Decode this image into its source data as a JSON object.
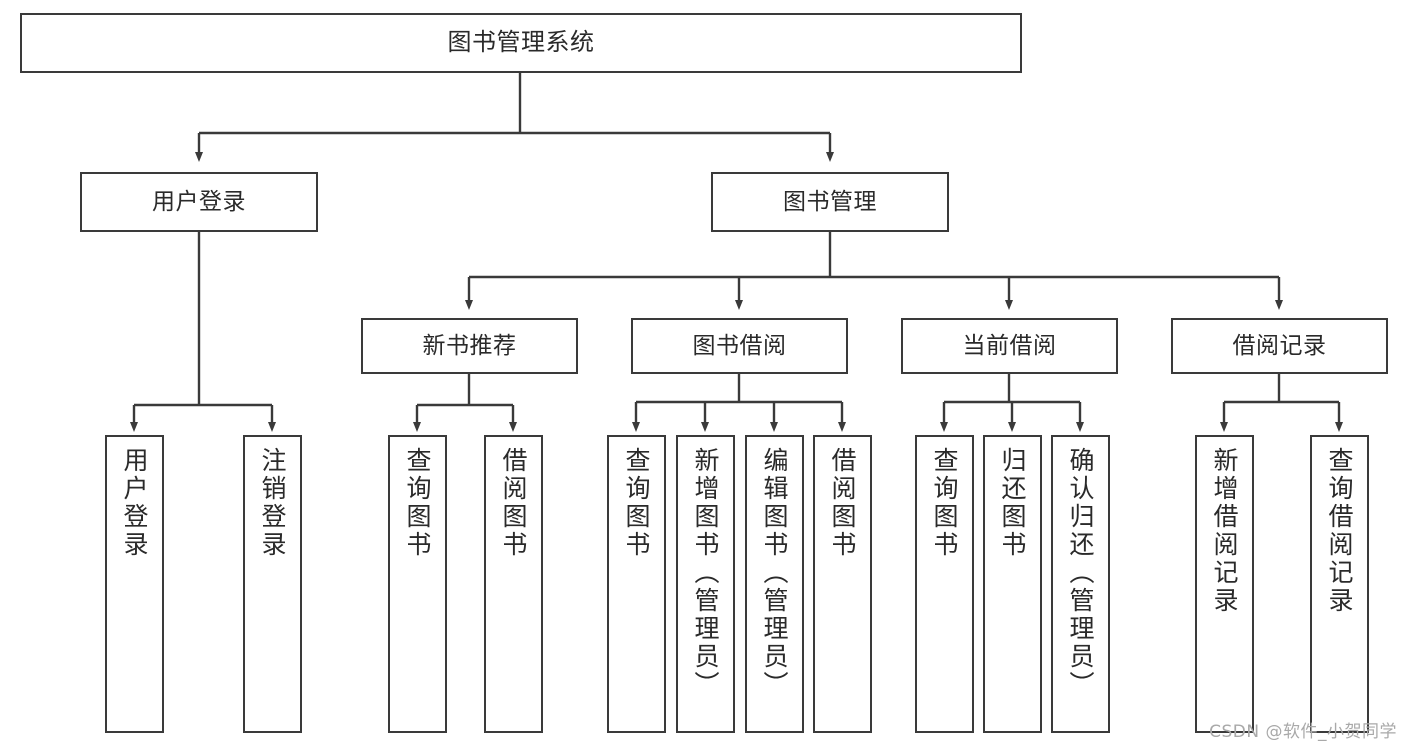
{
  "diagram": {
    "title": "图书管理系统",
    "type": "tree-hierarchy",
    "stroke_color": "#3a3a3a",
    "text_color": "#2a2a2a",
    "background": "#ffffff"
  },
  "nodes": {
    "root": {
      "label": "图书管理系统"
    },
    "level1": [
      {
        "id": "user-login",
        "label": "用户登录"
      },
      {
        "id": "book-manage",
        "label": "图书管理"
      }
    ],
    "level2": [
      {
        "id": "new-book-recommend",
        "label": "新书推荐"
      },
      {
        "id": "book-borrow",
        "label": "图书借阅"
      },
      {
        "id": "current-borrow",
        "label": "当前借阅"
      },
      {
        "id": "borrow-record",
        "label": "借阅记录"
      }
    ],
    "leaves": {
      "user-login": [
        {
          "id": "leaf-user-login",
          "label": "用户登录"
        },
        {
          "id": "leaf-user-logout",
          "label": "注销登录"
        }
      ],
      "new-book-recommend": [
        {
          "id": "leaf-query-book-1",
          "label": "查询图书"
        },
        {
          "id": "leaf-borrow-book-1",
          "label": "借阅图书"
        }
      ],
      "book-borrow": [
        {
          "id": "leaf-query-book-2",
          "label": "查询图书"
        },
        {
          "id": "leaf-add-book",
          "label": "新增图书（管理员）"
        },
        {
          "id": "leaf-edit-book",
          "label": "编辑图书（管理员）"
        },
        {
          "id": "leaf-borrow-book-2",
          "label": "借阅图书"
        }
      ],
      "current-borrow": [
        {
          "id": "leaf-query-book-3",
          "label": "查询图书"
        },
        {
          "id": "leaf-return-book",
          "label": "归还图书"
        },
        {
          "id": "leaf-confirm-return",
          "label": "确认归还（管理员）"
        }
      ],
      "borrow-record": [
        {
          "id": "leaf-add-record",
          "label": "新增借阅记录"
        },
        {
          "id": "leaf-query-record",
          "label": "查询借阅记录"
        }
      ]
    }
  },
  "watermark": {
    "text": "CSDN @软件_小贺同学"
  }
}
